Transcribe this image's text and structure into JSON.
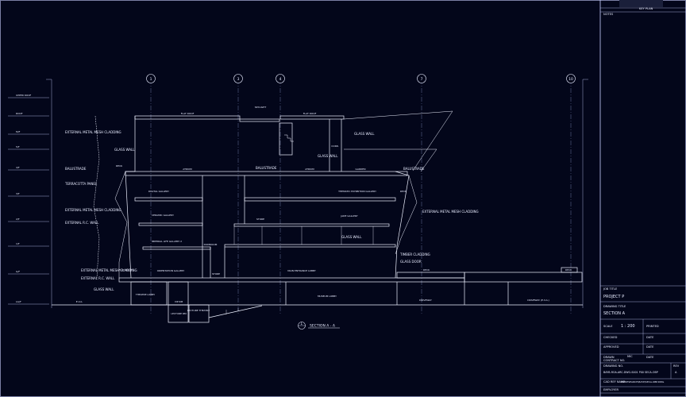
{
  "drawing": {
    "section_title": "SECTION A - A",
    "section_mark": "1",
    "grid_labels": [
      "1",
      "3",
      "4",
      "7",
      "10"
    ],
    "levels": [
      "UPPER ROOF",
      "ROOF",
      "M/F",
      "5/F",
      "4/F",
      "3/F",
      "2/F",
      "1/F",
      "G/F",
      "LG/F"
    ],
    "rooms": [
      "FLAT ROOF",
      "SKYLIGHT",
      "FLAT ROOF",
      "ATRIUM",
      "ATRIUM",
      "GARDEN",
      "DECK",
      "DIGITAL GALLERY",
      "THEMATIC EXHIBITION GALLERY",
      "DECK",
      "CERAMIC GALLERY",
      "STORE",
      "JADE GALLERY",
      "IMPERIAL LIFE GALLERY 2",
      "DOMROOM",
      "ORIENTATION GALLERY",
      "STORE",
      "MAIN ENTRANCE LOBBY",
      "DECK",
      "DECK",
      "FLAT ROOF",
      "THEATRE LOBBY",
      "VIP RM",
      "LECTURE THEATRE",
      "LECTURE RM",
      "MUSEUM LOBBY",
      "DRIVEWAY",
      "DRIVEWAY (E.V.A.)",
      "E.V.A.",
      "CORR."
    ],
    "notes": [
      "EXTERNAL METAL MESH CLADDING",
      "GLASS WALL",
      "GLASS WALL",
      "GLASS WALL",
      "BALUSTRADE",
      "TERRACOTTA PANEL",
      "BALUSTRADE",
      "BALUSTRADE",
      "EXTERNAL METAL MESH CLADDING",
      "EXTERNAL METAL MESH CLADDING",
      "EXTERNAL R.C. WALL",
      "GLASS WALL",
      "TIMBER CLADDING",
      "GLASS DOOR",
      "EXTERNAL METAL MESH CLADDING",
      "EXTERNAL R.C. WALL",
      "GLASS WALL"
    ]
  },
  "title_block": {
    "key_plan": "KEY PLAN",
    "notes": "NOTES",
    "job_title_label": "JOB TITLE",
    "job_title": "PROJECT P",
    "drawing_title_label": "DRAWING TITLE",
    "drawing_title": "SECTION A",
    "scale_label": "SCALE",
    "scale": "1 : 200",
    "printed_label": "PRINTED",
    "checked_label": "CHECKED",
    "date_label": "DATE",
    "approved_label": "APPROVED",
    "drawn_label": "DRAWN",
    "drawn": "MIC",
    "contract_label": "CONTRACT NO.",
    "drawing_no_label": "DRAWING NO.",
    "drawing_no": "BAYB-ROA-ARC-DWG-S001 P00 SECA-OBP",
    "rev_label": "REV",
    "rev": "A",
    "cad_label": "CAD REF NAME",
    "cad": "PATRESEARCH\\BAYP\\SECA-OBP.DWG",
    "employer_label": "EMPLOYER"
  }
}
